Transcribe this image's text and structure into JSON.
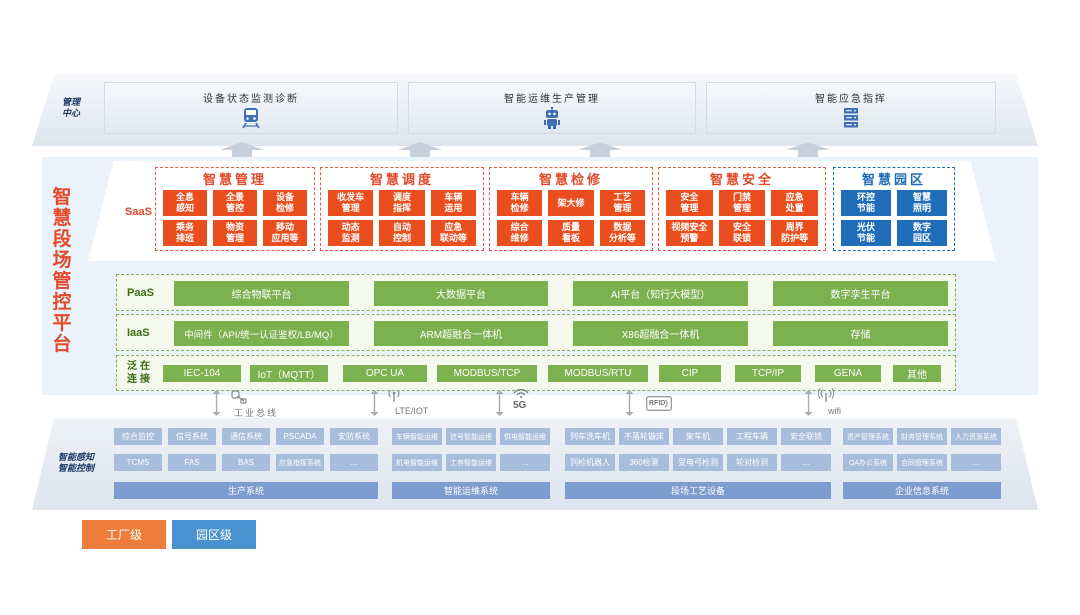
{
  "management": {
    "label": "管理\n中心",
    "modules": [
      "设备状态监测诊断",
      "智能运维生产管理",
      "智能应急指挥"
    ]
  },
  "platform": {
    "title": "智慧段场管控平台",
    "saas_label": "SaaS",
    "paas_label": "PaaS",
    "iaas_label": "IaaS",
    "conn_label": "泛在\n连接",
    "saas_groups": [
      {
        "title": "智慧管理",
        "items": [
          "全息\n感知",
          "全景\n管控",
          "设备\n检修",
          "乘务\n排班",
          "物资\n管理",
          "移动\n应用等"
        ]
      },
      {
        "title": "智慧调度",
        "items": [
          "收发车\n管理",
          "调度\n指挥",
          "车辆\n运用",
          "动态\n监测",
          "自动\n控制",
          "应急\n联动等"
        ]
      },
      {
        "title": "智慧检修",
        "items": [
          "车辆\n检修",
          "架大修",
          "工艺\n管理",
          "综合\n维修",
          "质量\n看板",
          "数据\n分析等"
        ]
      },
      {
        "title": "智慧安全",
        "items": [
          "安全\n管理",
          "门禁\n管理",
          "应急\n处置",
          "视频安全\n预警",
          "安全\n联锁",
          "周界\n防护等"
        ]
      },
      {
        "title": "智慧园区",
        "items": [
          "环控\n节能",
          "智慧\n照明",
          "光伏\n节能",
          "数字\n园区"
        ]
      }
    ],
    "paas": [
      "综合物联平台",
      "大数据平台",
      "AI平台（知行大模型）",
      "数字孪生平台"
    ],
    "iaas": [
      "中间件（API/统一认证鉴权/LB/MQ）",
      "ARM超融合一体机",
      "X86超融合一体机",
      "存储"
    ],
    "protocols": [
      "IEC-104",
      "IoT（MQTT）",
      "OPC UA",
      "MODBUS/TCP",
      "MODBUS/RTU",
      "CIP",
      "TCP/IP",
      "GENA",
      "其他"
    ]
  },
  "access": {
    "items": [
      "工业总线",
      "LTE/IOT",
      "5G",
      "RFID",
      "wifi"
    ]
  },
  "perception": {
    "label": "智能感知\n智能控制",
    "groups": [
      {
        "footer": "生产系统",
        "items": [
          "综合监控",
          "信号系统",
          "通信系统",
          "PSCADA",
          "安防系统",
          "TCMS",
          "FAS",
          "BAS",
          "应急指挥系统",
          "..."
        ]
      },
      {
        "footer": "智能运维系统",
        "items": [
          "车辆智能运维",
          "信号智能运维",
          "供电智能运维",
          "机电智能运维",
          "工务智能运维",
          "..."
        ]
      },
      {
        "footer": "段场工艺设备",
        "items": [
          "列车洗车机",
          "不落轮镟床",
          "架车机",
          "工程车辆",
          "安全联锁",
          "列检机器人",
          "360检测",
          "受电弓检测",
          "轮对检测",
          "..."
        ]
      },
      {
        "footer": "企业信息系统",
        "items": [
          "资产管理系统",
          "财务管理系统",
          "人力资源系统",
          "OA办公系统",
          "合同管理系统",
          "..."
        ]
      }
    ]
  },
  "legend": {
    "items": [
      {
        "label": "工厂级",
        "color": "#ee7d3b"
      },
      {
        "label": "园区级",
        "color": "#4a91cf"
      }
    ]
  },
  "colors": {
    "saas_orange": "#ea4e1e",
    "saas_blue": "#1f6db8",
    "layer_green": "#7bb14e",
    "perception_blue": "#a8bcdc",
    "title_red": "#e24a2a"
  }
}
